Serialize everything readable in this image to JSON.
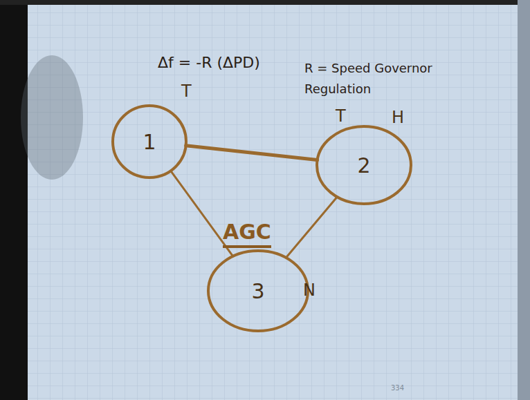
{
  "diagram": {
    "nodes": [
      {
        "text": [
          "1"
        ]
      },
      {
        "text": [
          "2"
        ]
      },
      {
        "text": [
          "3"
        ]
      }
    ],
    "edges": [
      {
        "from": 0,
        "to": 1,
        "arrow": "none"
      },
      {
        "from": 0,
        "to": 2,
        "arrow": "none"
      },
      {
        "from": 1,
        "to": 2,
        "arrow": "none"
      }
    ],
    "labels": [
      "Δf = -R (ΔPD)",
      "R = Speed Governor Regulation",
      "T",
      "T",
      "H",
      "AGC",
      "N",
      "334"
    ]
  }
}
